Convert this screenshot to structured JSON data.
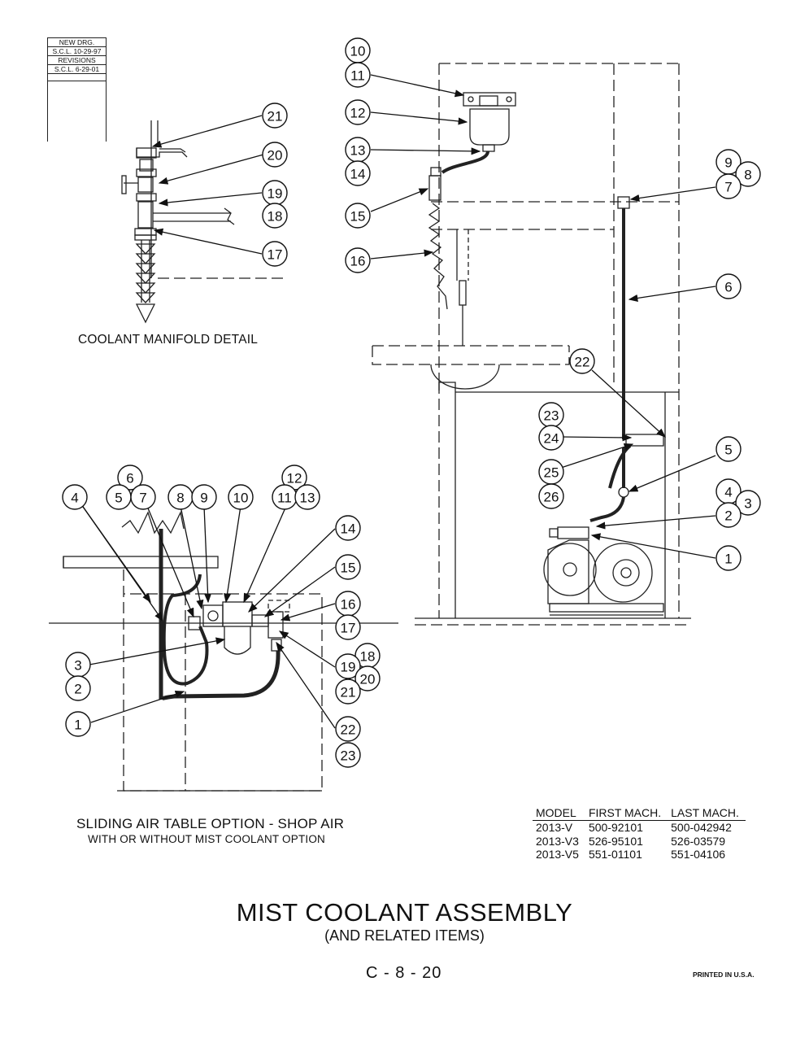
{
  "revision_block": {
    "new_drg_label": "NEW DRG.",
    "new_drg_value": "S.C.L. 10-29-97",
    "revisions_label": "REVISIONS",
    "revisions_value": "S.C.L. 6-29-01"
  },
  "captions": {
    "manifold_detail": "COOLANT MANIFOLD DETAIL",
    "sliding_table_line1": "SLIDING AIR TABLE OPTION - SHOP AIR",
    "sliding_table_line2": "WITH OR WITHOUT MIST COOLANT OPTION"
  },
  "model_table": {
    "headers": [
      "MODEL",
      "FIRST MACH.",
      "LAST MACH."
    ],
    "rows": [
      [
        "2013-V",
        "500-92101",
        "500-042942"
      ],
      [
        "2013-V3",
        "526-95101",
        "526-03579"
      ],
      [
        "2013-V5",
        "551-01101",
        "551-04106"
      ]
    ]
  },
  "title": "MIST COOLANT ASSEMBLY",
  "subtitle": "(AND RELATED ITEMS)",
  "page_number": "C - 8 - 20",
  "printed_note": "PRINTED IN U.S.A.",
  "callouts": {
    "manifold": [
      "21",
      "20",
      "19",
      "18",
      "17"
    ],
    "machine": [
      "10",
      "11",
      "12",
      "13",
      "14",
      "15",
      "16",
      "9",
      "8",
      "7",
      "6",
      "22",
      "23",
      "24",
      "25",
      "26",
      "5",
      "4",
      "3",
      "2",
      "1"
    ],
    "sliding_table": [
      "6",
      "4",
      "5",
      "7",
      "8",
      "9",
      "10",
      "12",
      "11",
      "13",
      "14",
      "15",
      "16",
      "17",
      "18",
      "19",
      "20",
      "21",
      "22",
      "23",
      "3",
      "2",
      "1"
    ]
  }
}
